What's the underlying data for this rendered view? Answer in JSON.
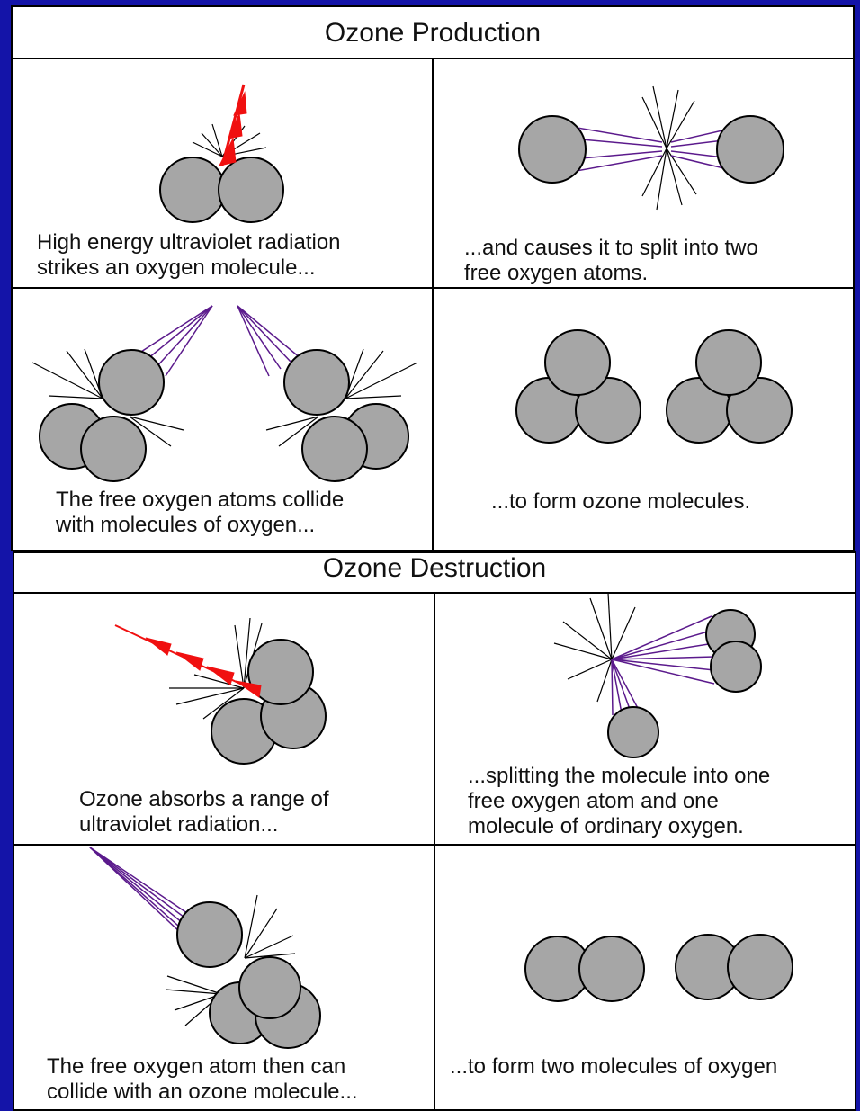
{
  "production": {
    "title": "Ozone Production",
    "steps": [
      {
        "caption": "High energy ultraviolet radiation\nstrikes an oxygen molecule..."
      },
      {
        "caption": "...and causes it to split into two\nfree oxygen atoms."
      },
      {
        "caption": "The free oxygen atoms collide\nwith molecules of oxygen..."
      },
      {
        "caption": "...to form ozone molecules."
      }
    ]
  },
  "destruction": {
    "title": "Ozone Destruction",
    "steps": [
      {
        "caption": "Ozone absorbs a range of\nultraviolet radiation..."
      },
      {
        "caption": "...splitting the molecule into one\nfree oxygen atom and one\nmolecule of ordinary oxygen."
      },
      {
        "caption": "The free oxygen atom then can\ncollide with an ozone molecule..."
      },
      {
        "caption": "...to form two molecules of oxygen"
      }
    ]
  },
  "colors": {
    "background": "#1414a8",
    "atom": "#a6a6a6",
    "uv_arrow": "#f01010",
    "ray": "#5b1a8c"
  }
}
